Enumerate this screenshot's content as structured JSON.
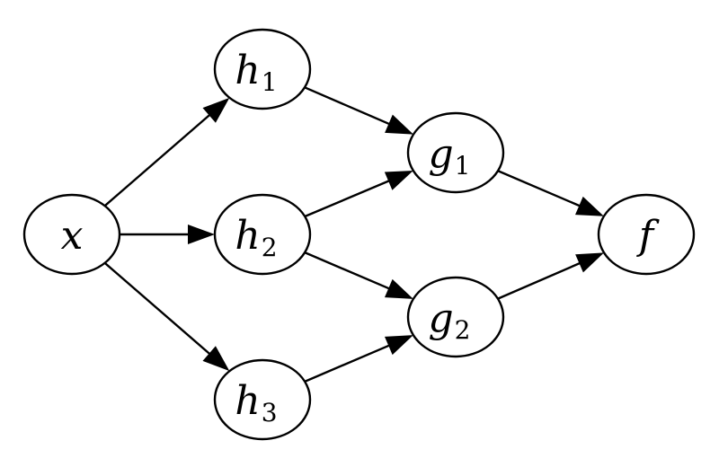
{
  "nodes": [
    {
      "id": "x",
      "symbol": "x",
      "subscript": ""
    },
    {
      "id": "h1",
      "symbol": "h",
      "subscript": "1"
    },
    {
      "id": "h2",
      "symbol": "h",
      "subscript": "2"
    },
    {
      "id": "h3",
      "symbol": "h",
      "subscript": "3"
    },
    {
      "id": "g1",
      "symbol": "g",
      "subscript": "1"
    },
    {
      "id": "g2",
      "symbol": "g",
      "subscript": "2"
    },
    {
      "id": "f",
      "symbol": "f",
      "subscript": ""
    }
  ],
  "edges": [
    {
      "from": "x",
      "to": "h1"
    },
    {
      "from": "x",
      "to": "h2"
    },
    {
      "from": "x",
      "to": "h3"
    },
    {
      "from": "h1",
      "to": "g1"
    },
    {
      "from": "h2",
      "to": "g1"
    },
    {
      "from": "h2",
      "to": "g2"
    },
    {
      "from": "h3",
      "to": "g2"
    },
    {
      "from": "g1",
      "to": "f"
    },
    {
      "from": "g2",
      "to": "f"
    }
  ],
  "colors": {
    "stroke": "#000000",
    "fill": "#ffffff",
    "background": "#ffffff"
  }
}
